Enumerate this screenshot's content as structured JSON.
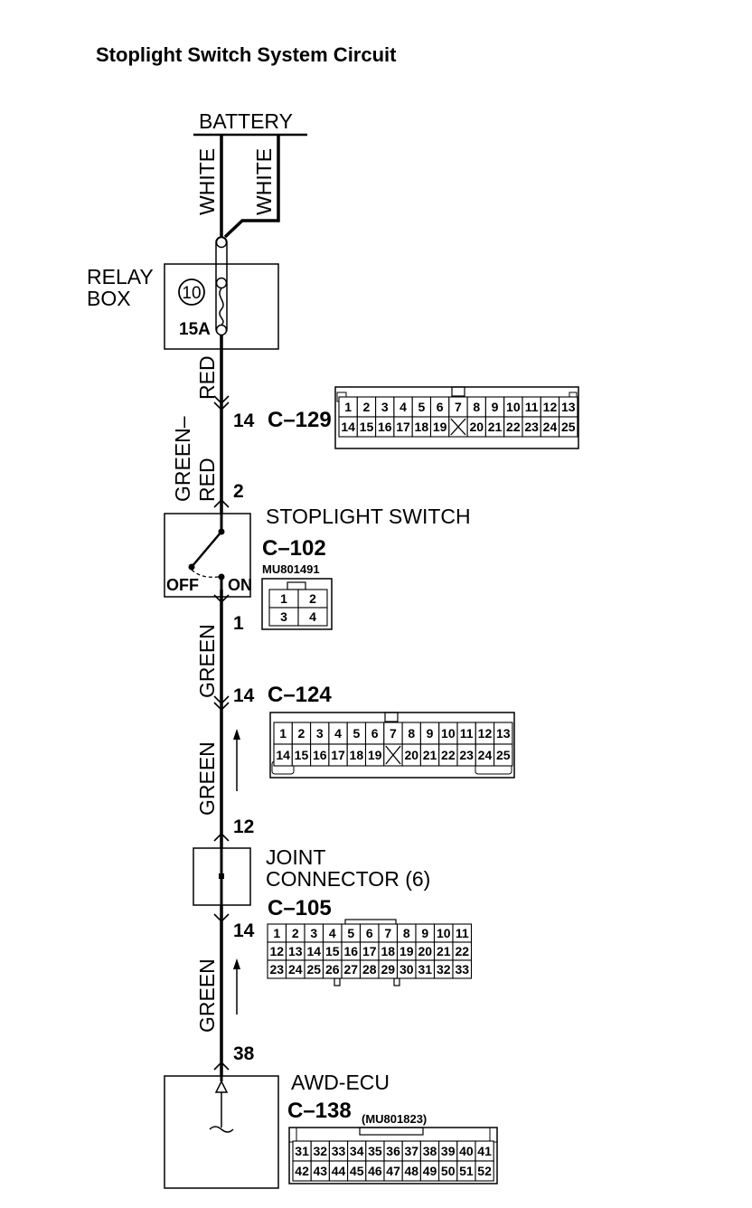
{
  "title": "Stoplight Switch System Circuit",
  "battery": {
    "label": "BATTERY",
    "wire_left": "WHITE",
    "wire_right": "WHITE"
  },
  "relay_box": {
    "label_line1": "RELAY",
    "label_line2": "BOX",
    "fuse_number": "10",
    "fuse_rating": "15A"
  },
  "wires": {
    "red": "RED",
    "green_red_line1": "GREEN–",
    "green_red_line2": "RED",
    "green1": "GREEN",
    "green2": "GREEN",
    "green3": "GREEN"
  },
  "pins": {
    "c129": "14",
    "sw_in": "2",
    "sw_out": "1",
    "c124": "14",
    "jc_in": "12",
    "jc_out": "14",
    "ecu": "38"
  },
  "stoplight_switch": {
    "label": "STOPLIGHT SWITCH",
    "off": "OFF",
    "on": "ON"
  },
  "joint_connector": {
    "line1": "JOINT",
    "line2": "CONNECTOR (6)"
  },
  "ecu": {
    "label": "AWD-ECU"
  },
  "connectors": {
    "c129": {
      "id": "C–129",
      "row1": [
        "1",
        "2",
        "3",
        "4",
        "5",
        "6",
        "7",
        "8",
        "9",
        "10",
        "11",
        "12",
        "13"
      ],
      "row2": [
        "14",
        "15",
        "16",
        "17",
        "18",
        "19",
        "",
        "20",
        "21",
        "22",
        "23",
        "24",
        "25"
      ]
    },
    "c102": {
      "id": "C–102",
      "part": "MU801491",
      "row1": [
        "1",
        "2"
      ],
      "row2": [
        "3",
        "4"
      ]
    },
    "c124": {
      "id": "C–124",
      "row1": [
        "1",
        "2",
        "3",
        "4",
        "5",
        "6",
        "7",
        "8",
        "9",
        "10",
        "11",
        "12",
        "13"
      ],
      "row2": [
        "14",
        "15",
        "16",
        "17",
        "18",
        "19",
        "",
        "20",
        "21",
        "22",
        "23",
        "24",
        "25"
      ]
    },
    "c105": {
      "id": "C–105",
      "row1": [
        "1",
        "2",
        "3",
        "4",
        "5",
        "6",
        "7",
        "8",
        "9",
        "10",
        "11"
      ],
      "row2": [
        "12",
        "13",
        "14",
        "15",
        "16",
        "17",
        "18",
        "19",
        "20",
        "21",
        "22"
      ],
      "row3": [
        "23",
        "24",
        "25",
        "26",
        "27",
        "28",
        "29",
        "30",
        "31",
        "32",
        "33"
      ]
    },
    "c138": {
      "id": "C–138",
      "part": "(MU801823)",
      "row1": [
        "31",
        "32",
        "33",
        "34",
        "35",
        "36",
        "37",
        "38",
        "39",
        "40",
        "41"
      ],
      "row2": [
        "42",
        "43",
        "44",
        "45",
        "46",
        "47",
        "48",
        "49",
        "50",
        "51",
        "52"
      ]
    }
  }
}
